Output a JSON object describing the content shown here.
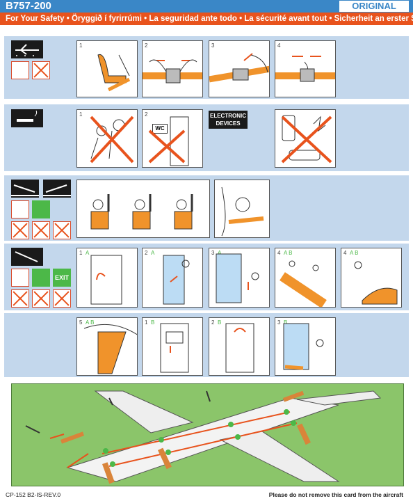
{
  "header": {
    "model": "B757-200",
    "badge": "ORIGINAL",
    "safety_title": "For Your Safety • Öryggið í fyrirrúmi • La seguridad ante todo • La sécurité avant tout • Sicherheit an erster Stelle"
  },
  "seatbelt_steps": [
    "1",
    "2",
    "3",
    "4"
  ],
  "smoking_steps": [
    "1",
    "2"
  ],
  "electronic_devices_label": "ELECTRONIC DEVICES",
  "wc_label": "WC",
  "evac_steps": [
    "1",
    "2",
    "3",
    "4",
    "4",
    "5",
    "1",
    "2",
    "3"
  ],
  "evac_door_codes": [
    "A",
    "A",
    "A",
    "A B",
    "A B",
    "A B",
    "B",
    "B",
    "B"
  ],
  "exit_label": "EXIT",
  "footer": {
    "code": "CP-152 B2-IS-REV.0",
    "notice": "Please do not remove this card from the aircraft"
  },
  "colors": {
    "header_blue": "#3a87c7",
    "safety_orange": "#e8531d",
    "row_blue": "#c3d7ec",
    "grass_green": "#8bc56a",
    "exit_green": "#4cb848"
  }
}
